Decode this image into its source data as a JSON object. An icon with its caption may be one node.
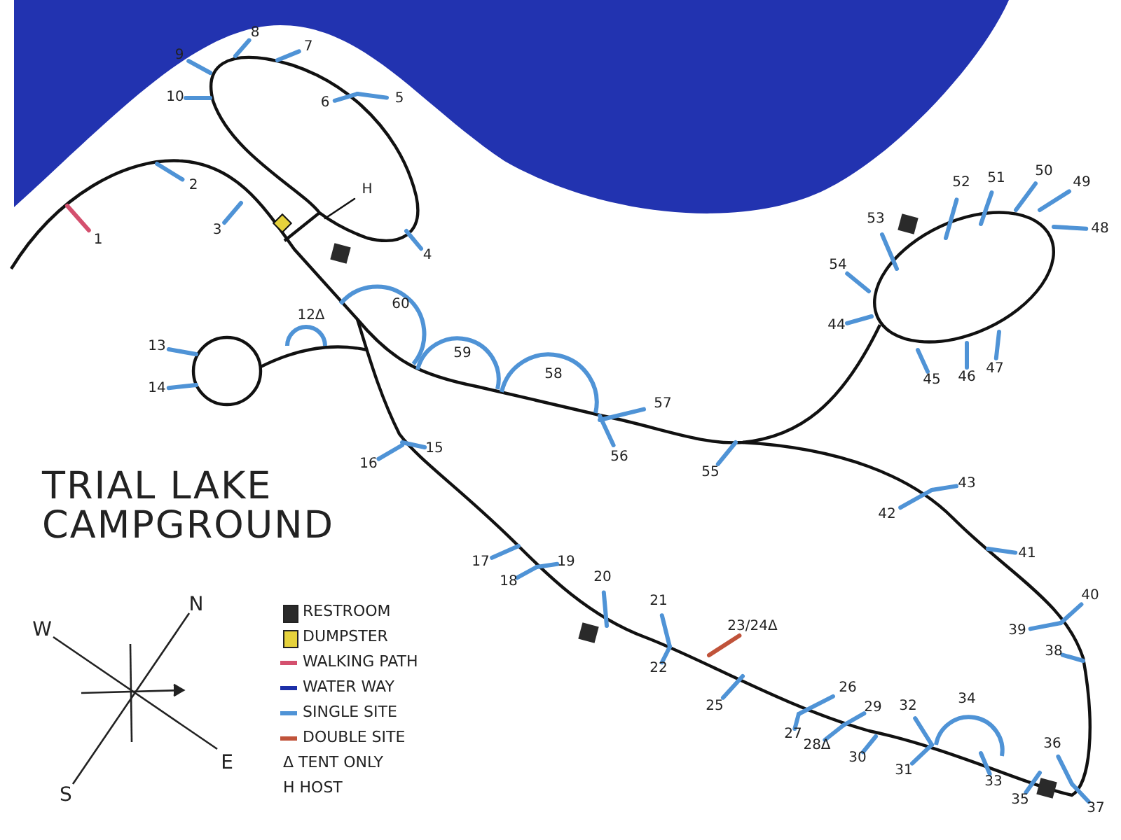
{
  "diagram": {
    "title": "TRIAL LAKE CAMPGROUND",
    "labels": [
      "8",
      "7",
      "9",
      "10",
      "6",
      "5",
      "2",
      "H",
      "3",
      "1",
      "4",
      "52",
      "51",
      "50",
      "49",
      "53",
      "48",
      "54",
      "60",
      "12Δ",
      "13",
      "44",
      "14",
      "59",
      "45",
      "46",
      "47",
      "58",
      "57",
      "15",
      "16",
      "56",
      "55",
      "43",
      "42",
      "41",
      "17",
      "19",
      "18",
      "20",
      "40",
      "39",
      "21",
      "23/24Δ",
      "38",
      "22",
      "25",
      "26",
      "29",
      "32",
      "34",
      "27",
      "28Δ",
      "30",
      "31",
      "36",
      "33",
      "35",
      "37",
      "W",
      "N",
      "E",
      "S"
    ],
    "legend": [
      {
        "text": "RESTROOM",
        "color": "#2a2a2a"
      },
      {
        "text": "DUMPSTER",
        "color": "#e6d23c"
      },
      {
        "text": "WALKING PATH",
        "color": "#d4506e"
      },
      {
        "text": "WATER WAY",
        "color": "#1c2fa8"
      },
      {
        "text": "SINGLE SITE",
        "color": "#4f93d6"
      },
      {
        "text": "DOUBLE SITE",
        "color": "#c0533a"
      },
      {
        "text": "Δ TENT ONLY"
      },
      {
        "text": "H HOST"
      }
    ]
  }
}
